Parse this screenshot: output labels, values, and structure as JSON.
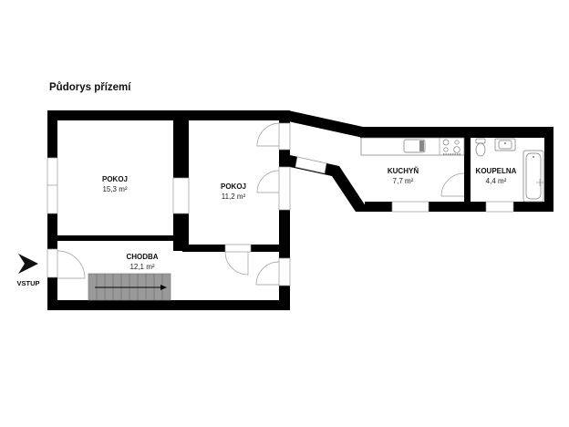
{
  "plan": {
    "title": "Půdorys přízemí"
  },
  "rooms": [
    {
      "id": "pokoj-1",
      "name": "POKOJ",
      "area": "15,3 m²"
    },
    {
      "id": "pokoj-2",
      "name": "POKOJ",
      "area": "11,2 m²"
    },
    {
      "id": "kuchyn",
      "name": "KUCHYŇ",
      "area": "7,7 m²"
    },
    {
      "id": "koupelna",
      "name": "KOUPELNA",
      "area": "4,4 m²"
    },
    {
      "id": "chodba",
      "name": "CHODBA",
      "area": "12,1 m²"
    }
  ],
  "entrance": {
    "label": "VSTUP",
    "icon": "arrow-right-icon"
  },
  "colors": {
    "wall": "#000000",
    "stairs": "#9a9a9a",
    "background": "#ffffff"
  }
}
